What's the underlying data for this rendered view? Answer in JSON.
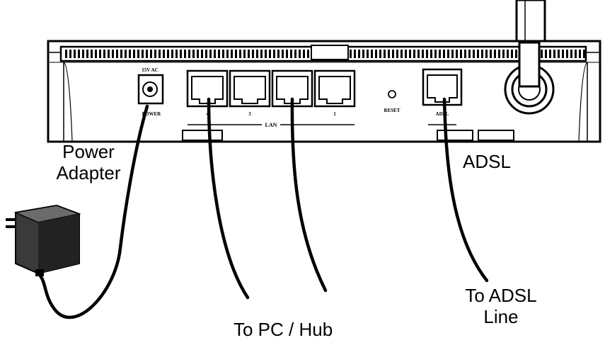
{
  "router": {
    "power_rating": "15V AC",
    "power_label": "POWER",
    "lan_label": "LAN",
    "lan_port_numbers": [
      "4",
      "3",
      "2",
      "1"
    ],
    "reset_label": "RESET",
    "adsl_port_label": "ADSL"
  },
  "callouts": {
    "power_adapter_line1": "Power",
    "power_adapter_line2": "Adapter",
    "adsl": "ADSL",
    "pc_hub": "To PC / Hub",
    "adsl_line_line1": "To ADSL",
    "adsl_line_line2": "Line"
  }
}
